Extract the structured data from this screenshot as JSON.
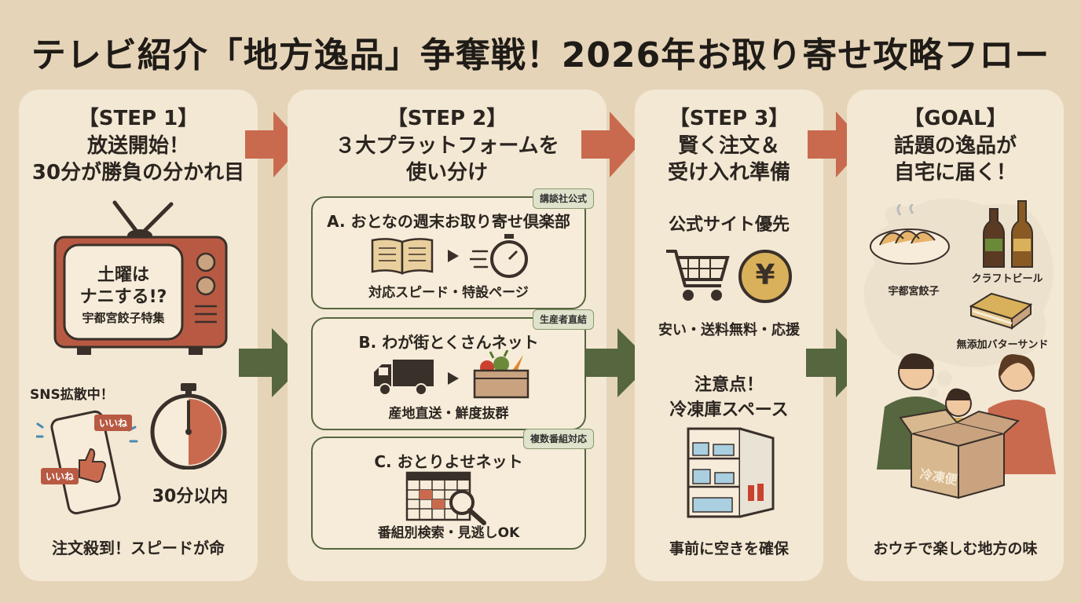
{
  "title": "テレビ紹介「地方逸品」争奪戦！2026年お取り寄せ攻略フロー",
  "colors": {
    "background": "#e5d4b8",
    "panel": "#f3e8d4",
    "arrow_red": "#c96a4f",
    "arrow_green": "#56663f",
    "card_border": "#56663f"
  },
  "step1": {
    "tag": "【STEP 1】",
    "heading_line1": "放送開始！",
    "heading_line2": "30分が勝負の分かれ目",
    "tv_line1": "土曜は",
    "tv_line2": "ナニする!?",
    "tv_line3": "宇都宮餃子特集",
    "sns_label": "SNS拡散中！",
    "like_tag_top": "いいね",
    "like_tag_bottom": "いいね",
    "timer_label": "30分以内",
    "footer": "注文殺到！スピードが命"
  },
  "step2": {
    "tag": "【STEP 2】",
    "heading_line1": "３大プラットフォームを",
    "heading_line2": "使い分け",
    "cards": [
      {
        "title": "A. おとなの週末お取り寄せ倶楽部",
        "badge": "講談社公式",
        "footer": "対応スピード・特設ページ",
        "icons": [
          "open-book-icon",
          "stopwatch-icon"
        ]
      },
      {
        "title": "B. わが街とくさんネット",
        "badge": "生産者直結",
        "footer": "産地直送・鮮度抜群",
        "icons": [
          "delivery-truck-icon",
          "vegetable-crate-icon"
        ]
      },
      {
        "title": "C. おとりよせネット",
        "badge": "複数番組対応",
        "footer": "番組別検索・見逃しOK",
        "icons": [
          "calendar-search-icon"
        ]
      }
    ]
  },
  "step3": {
    "tag": "【STEP 3】",
    "heading_line1": "賢く注文＆",
    "heading_line2": "受け入れ準備",
    "priority_label": "公式サイト優先",
    "yen_symbol": "¥",
    "benefits": "安い・送料無料・応援",
    "caution_line1": "注意点！",
    "caution_line2": "冷凍庫スペース",
    "footer": "事前に空きを確保"
  },
  "goal": {
    "tag": "【GOAL】",
    "heading_line1": "話題の逸品が",
    "heading_line2": "自宅に届く！",
    "items": {
      "gyoza": "宇都宮餃子",
      "beer": "クラフトビール",
      "sandwich": "無添加バターサンド"
    },
    "box_label": "冷凍便",
    "footer": "おウチで楽しむ地方の味"
  }
}
